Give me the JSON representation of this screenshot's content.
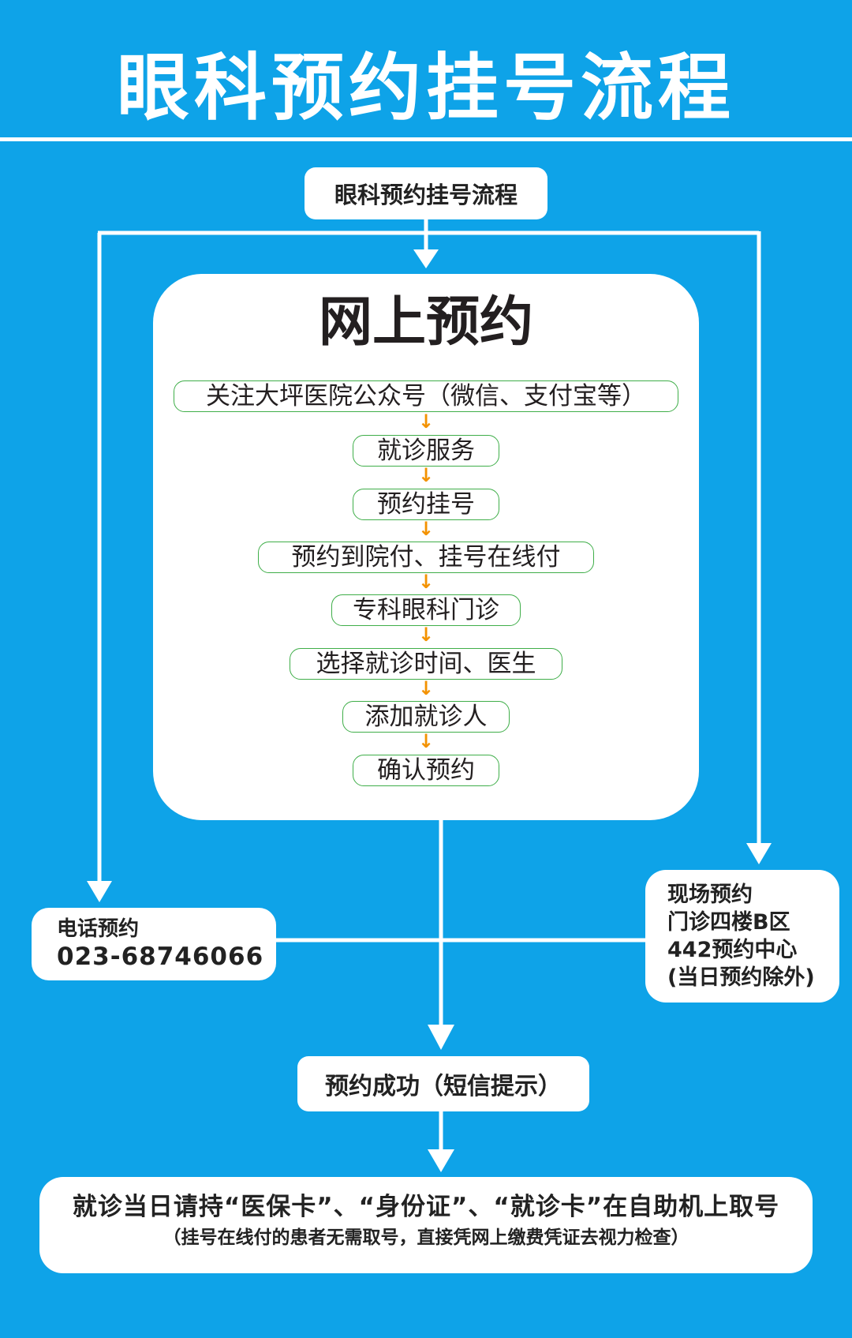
{
  "title": "眼科预约挂号流程",
  "top_box": "眼科预约挂号流程",
  "online": {
    "heading": "网上预约",
    "steps": [
      "关注大坪医院公众号（微信、支付宝等）",
      "就诊服务",
      "预约挂号",
      "预约到院付、挂号在线付",
      "专科眼科门诊",
      "选择就诊时间、医生",
      "添加就诊人",
      "确认预约"
    ]
  },
  "phone": {
    "label": "电话预约",
    "number": "023-68746066"
  },
  "onsite": {
    "lines": [
      "现场预约",
      "门诊四楼B区",
      "442预约中心",
      "(当日预约除外)"
    ]
  },
  "success": "预约成功（短信提示）",
  "final": {
    "main": "就诊当日请持“医保卡”、“身份证”、“就诊卡”在自助机上取号",
    "note": "（挂号在线付的患者无需取号，直接凭网上缴费凭证去视力检查）"
  },
  "colors": {
    "background": "#0EA3E8",
    "arrow_orange": "#F39200",
    "step_border": "#3FAE49"
  }
}
